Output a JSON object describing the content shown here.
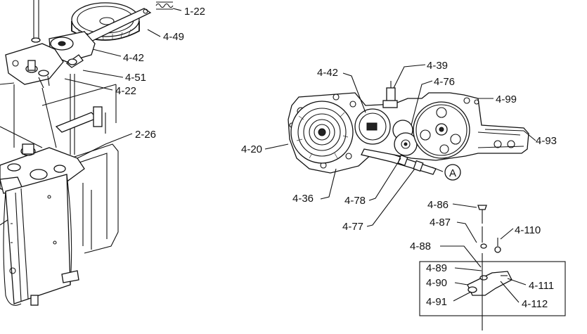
{
  "callouts": {
    "c1_22": "1-22",
    "c4_49": "4-49",
    "c4_42_top": "4-42",
    "c4_51": "4-51",
    "c4_22": "4-22",
    "c2_26": "2-26",
    "c4_42": "4-42",
    "c4_39": "4-39",
    "c4_76": "4-76",
    "c4_99": "4-99",
    "c4_93": "4-93",
    "c4_20": "4-20",
    "c4_36": "4-36",
    "c4_78": "4-78",
    "c4_77": "4-77",
    "c_A": "A",
    "c4_86": "4-86",
    "c4_87": "4-87",
    "c4_110": "4-110",
    "c4_88": "4-88",
    "c4_89": "4-89",
    "c4_90": "4-90",
    "c4_91": "4-91",
    "c4_111": "4-111",
    "c4_112": "4-112"
  }
}
